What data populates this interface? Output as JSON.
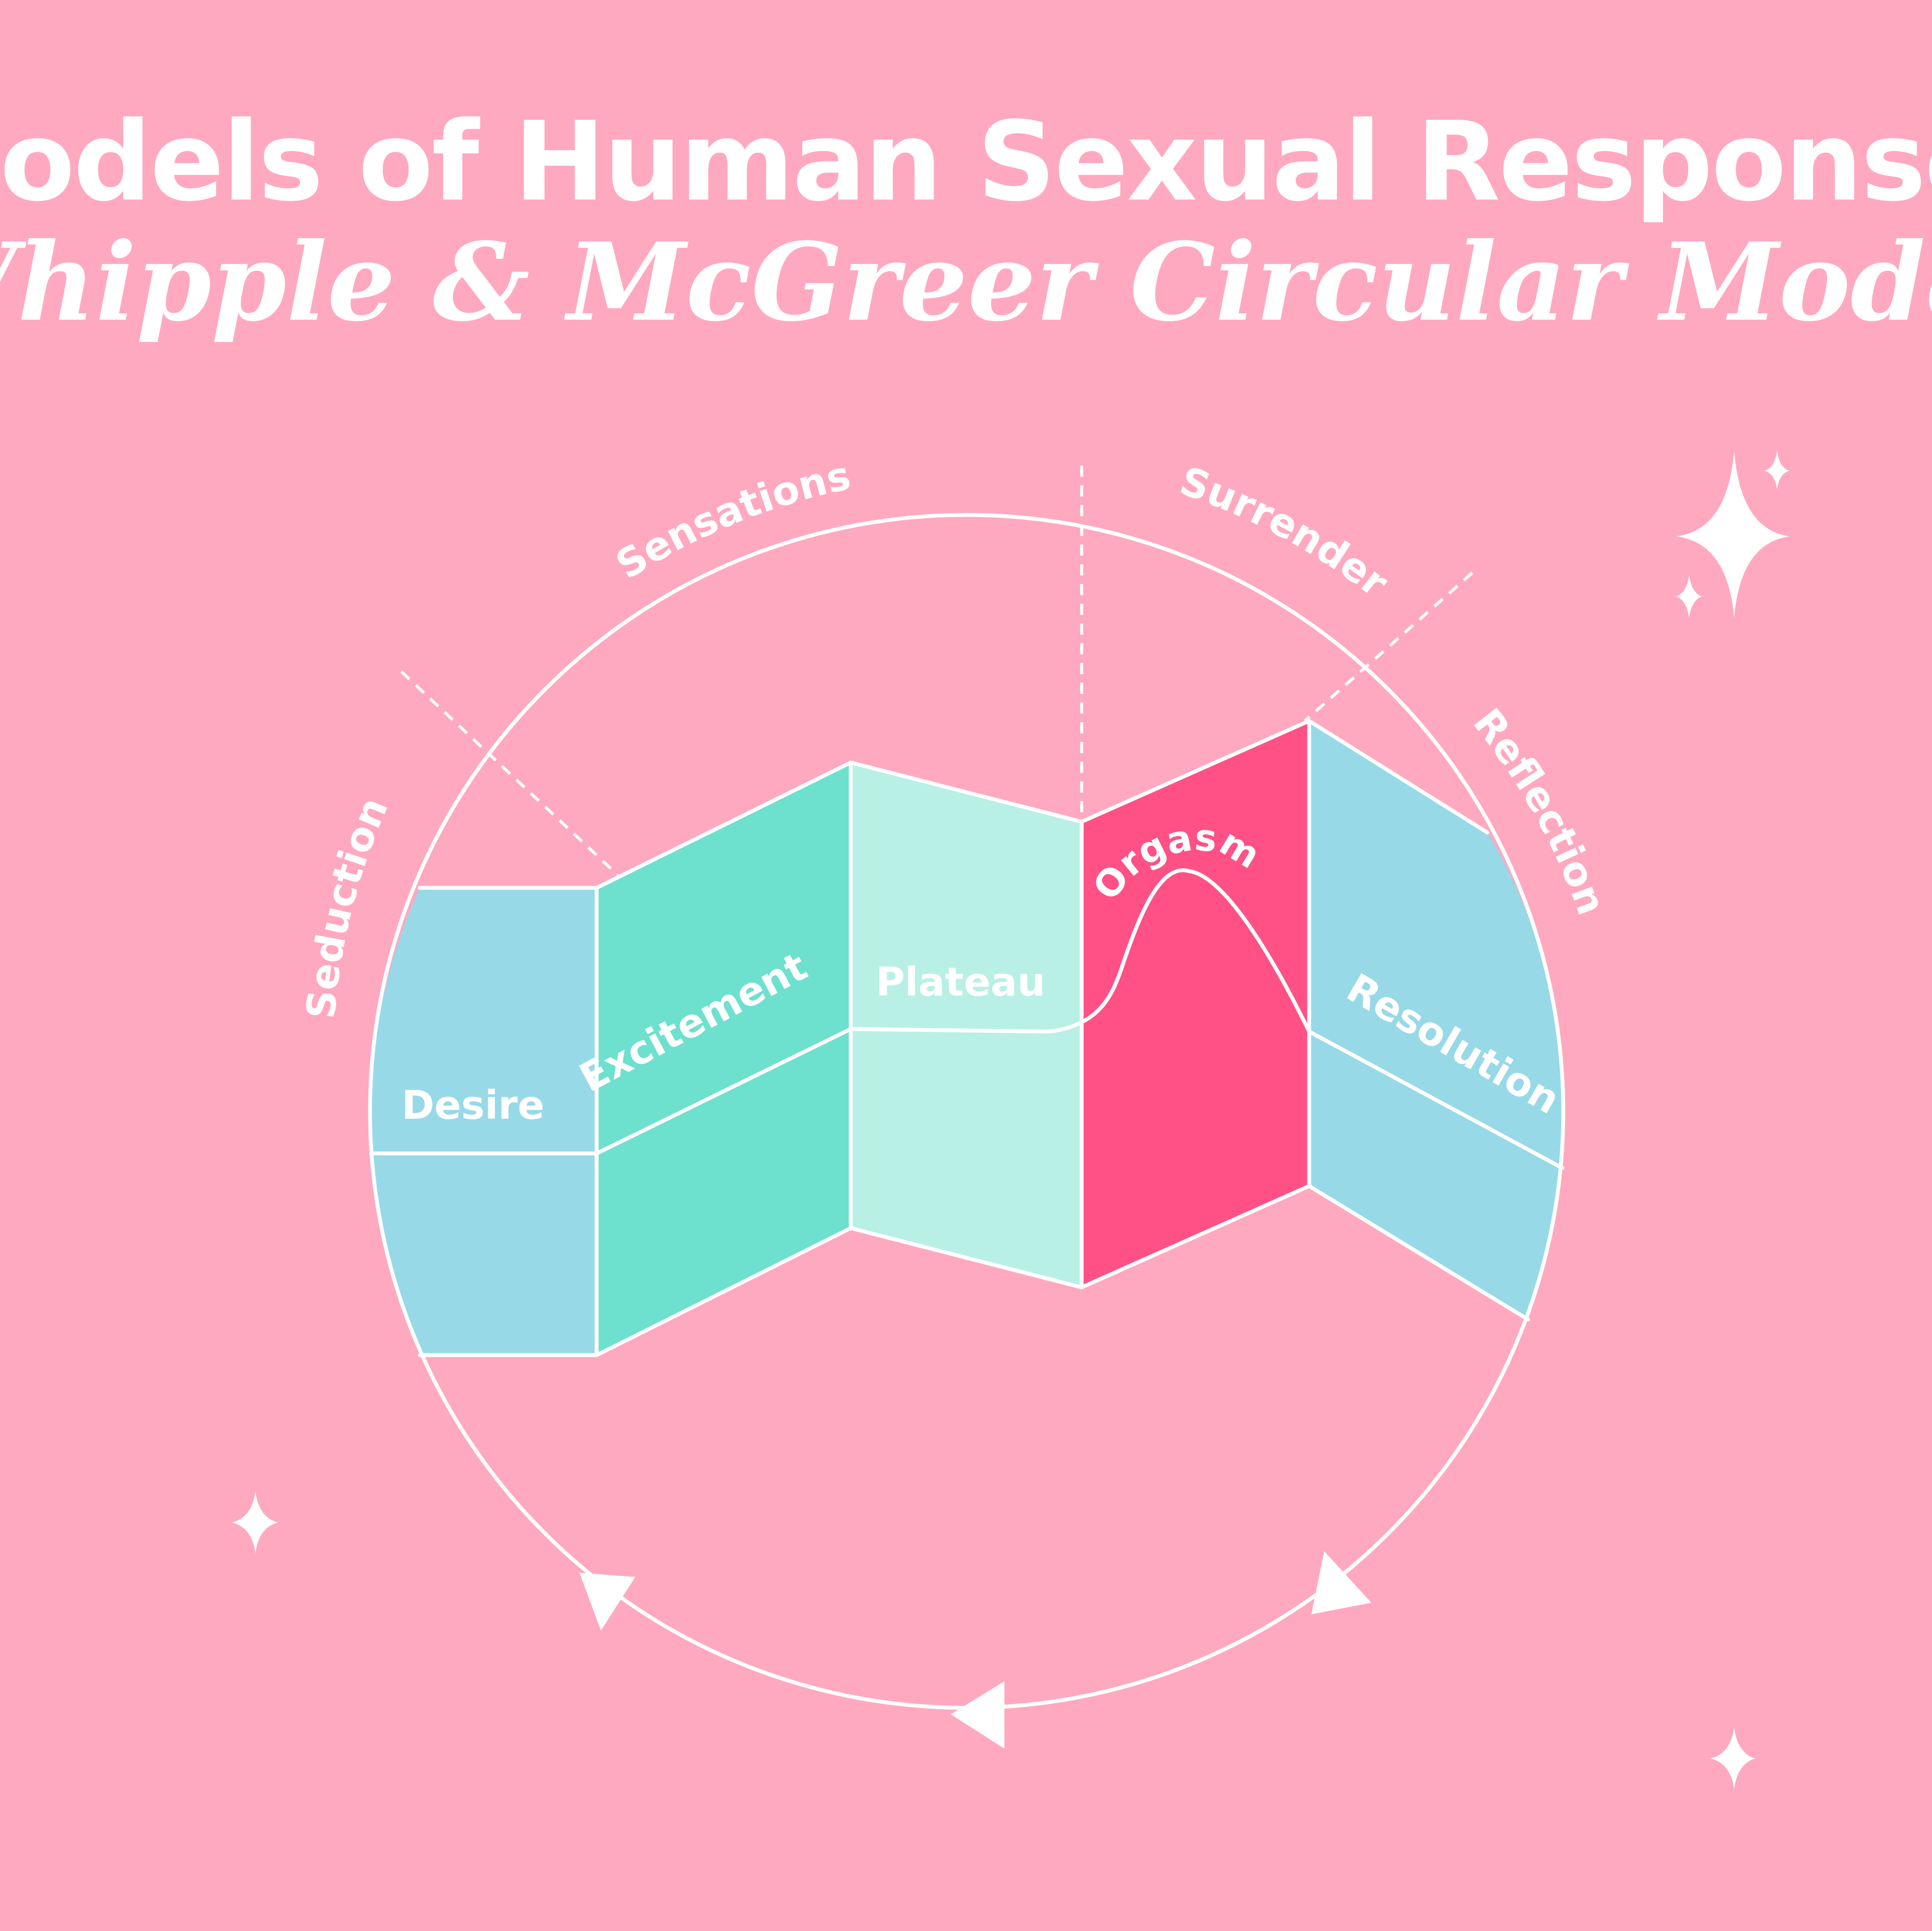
{
  "title": "Models of Human Sexual Response:",
  "subtitle": "Whipple & McGreer Circular Model",
  "phases": {
    "desire": "Desire",
    "excitement": "Excitement",
    "plateau": "Plateau",
    "orgasm": "Orgasm",
    "resolution": "Resolution"
  },
  "stages": {
    "seduction": "Seduction",
    "sensations": "Sensations",
    "surrender": "Surrender",
    "reflection": "Reflection"
  },
  "colors": {
    "background": "#ffa9c0",
    "desire": "#98d9e8",
    "excitement": "#6ee0ce",
    "plateau": "#b8f0e6",
    "orgasm": "#ff5185",
    "resolution": "#98d9e8",
    "line": "#ffffff"
  }
}
